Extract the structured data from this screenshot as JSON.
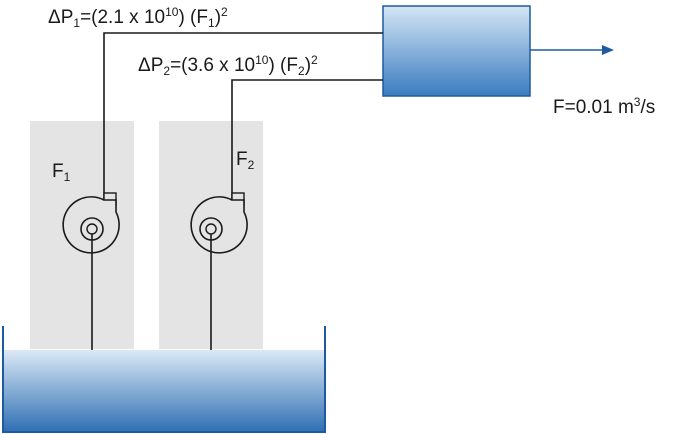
{
  "equations": {
    "dp1": {
      "delta": "ΔP",
      "sub": "1",
      "rhs_a": "=(2.1 x 10",
      "exp": "10",
      "rhs_b": ") (F",
      "fsub": "1",
      "rhs_c": ")",
      "sq": "2"
    },
    "dp2": {
      "delta": "ΔP",
      "sub": "2",
      "rhs_a": "=(3.6 x 10",
      "exp": "10",
      "rhs_b": ") (F",
      "fsub": "2",
      "rhs_c": ")",
      "sq": "2"
    }
  },
  "outflow": {
    "lhs": "F=0.01 m",
    "exp": "3",
    "unit": "/s"
  },
  "pumps": {
    "p1": {
      "letter": "F",
      "sub": "1"
    },
    "p2": {
      "letter": "F",
      "sub": "2"
    }
  },
  "colors": {
    "water_top": "#cfe2f3",
    "water_bottom": "#2f6fb3",
    "tank_border": "#1f5aa0",
    "pump_bg": "#e4e4e4",
    "line": "#1a1a1a",
    "arrow": "#1f5aa0"
  }
}
